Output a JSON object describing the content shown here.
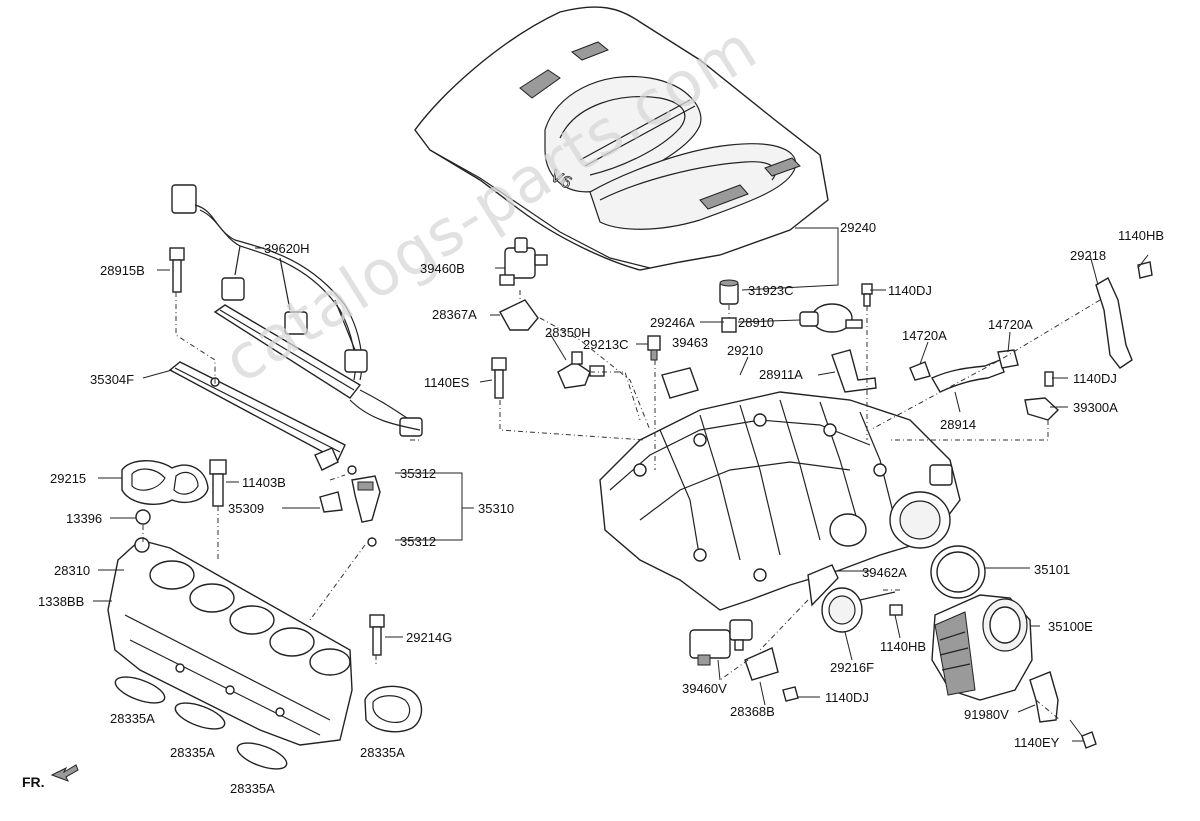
{
  "watermark": "catalogs-parts.com",
  "direction_label": "FR.",
  "logo_text": "V6",
  "parts": {
    "p29240": "29240",
    "p31923C": "31923C",
    "p1140DJ_a": "1140DJ",
    "p1140HB_a": "1140HB",
    "p29218": "29218",
    "p39460B": "39460B",
    "p28367A": "28367A",
    "p28350H": "28350H",
    "p29246A": "29246A",
    "p28910": "28910",
    "p29213C": "29213C",
    "p39463": "39463",
    "p29210": "29210",
    "p14720A_a": "14720A",
    "p14720A_b": "14720A",
    "p28911A": "28911A",
    "p1140DJ_b": "1140DJ",
    "p1140ES": "1140ES",
    "p39300A": "39300A",
    "p28914": "28914",
    "p39620H": "39620H",
    "p28915B": "28915B",
    "p35304F": "35304F",
    "p29215": "29215",
    "p11403B": "11403B",
    "p35312_a": "35312",
    "p35309": "35309",
    "p35310": "35310",
    "p35312_b": "35312",
    "p13396": "13396",
    "p28310": "28310",
    "p1338BB": "1338BB",
    "p29214G": "29214G",
    "p28335A_a": "28335A",
    "p28335A_b": "28335A",
    "p28335A_c": "28335A",
    "p28335A_d": "28335A",
    "p39462A": "39462A",
    "p35101": "35101",
    "p35100E": "35100E",
    "p1140HB_b": "1140HB",
    "p29216F": "29216F",
    "p39460V": "39460V",
    "p28368B": "28368B",
    "p1140DJ_c": "1140DJ",
    "p91980V": "91980V",
    "p1140EY": "1140EY"
  }
}
